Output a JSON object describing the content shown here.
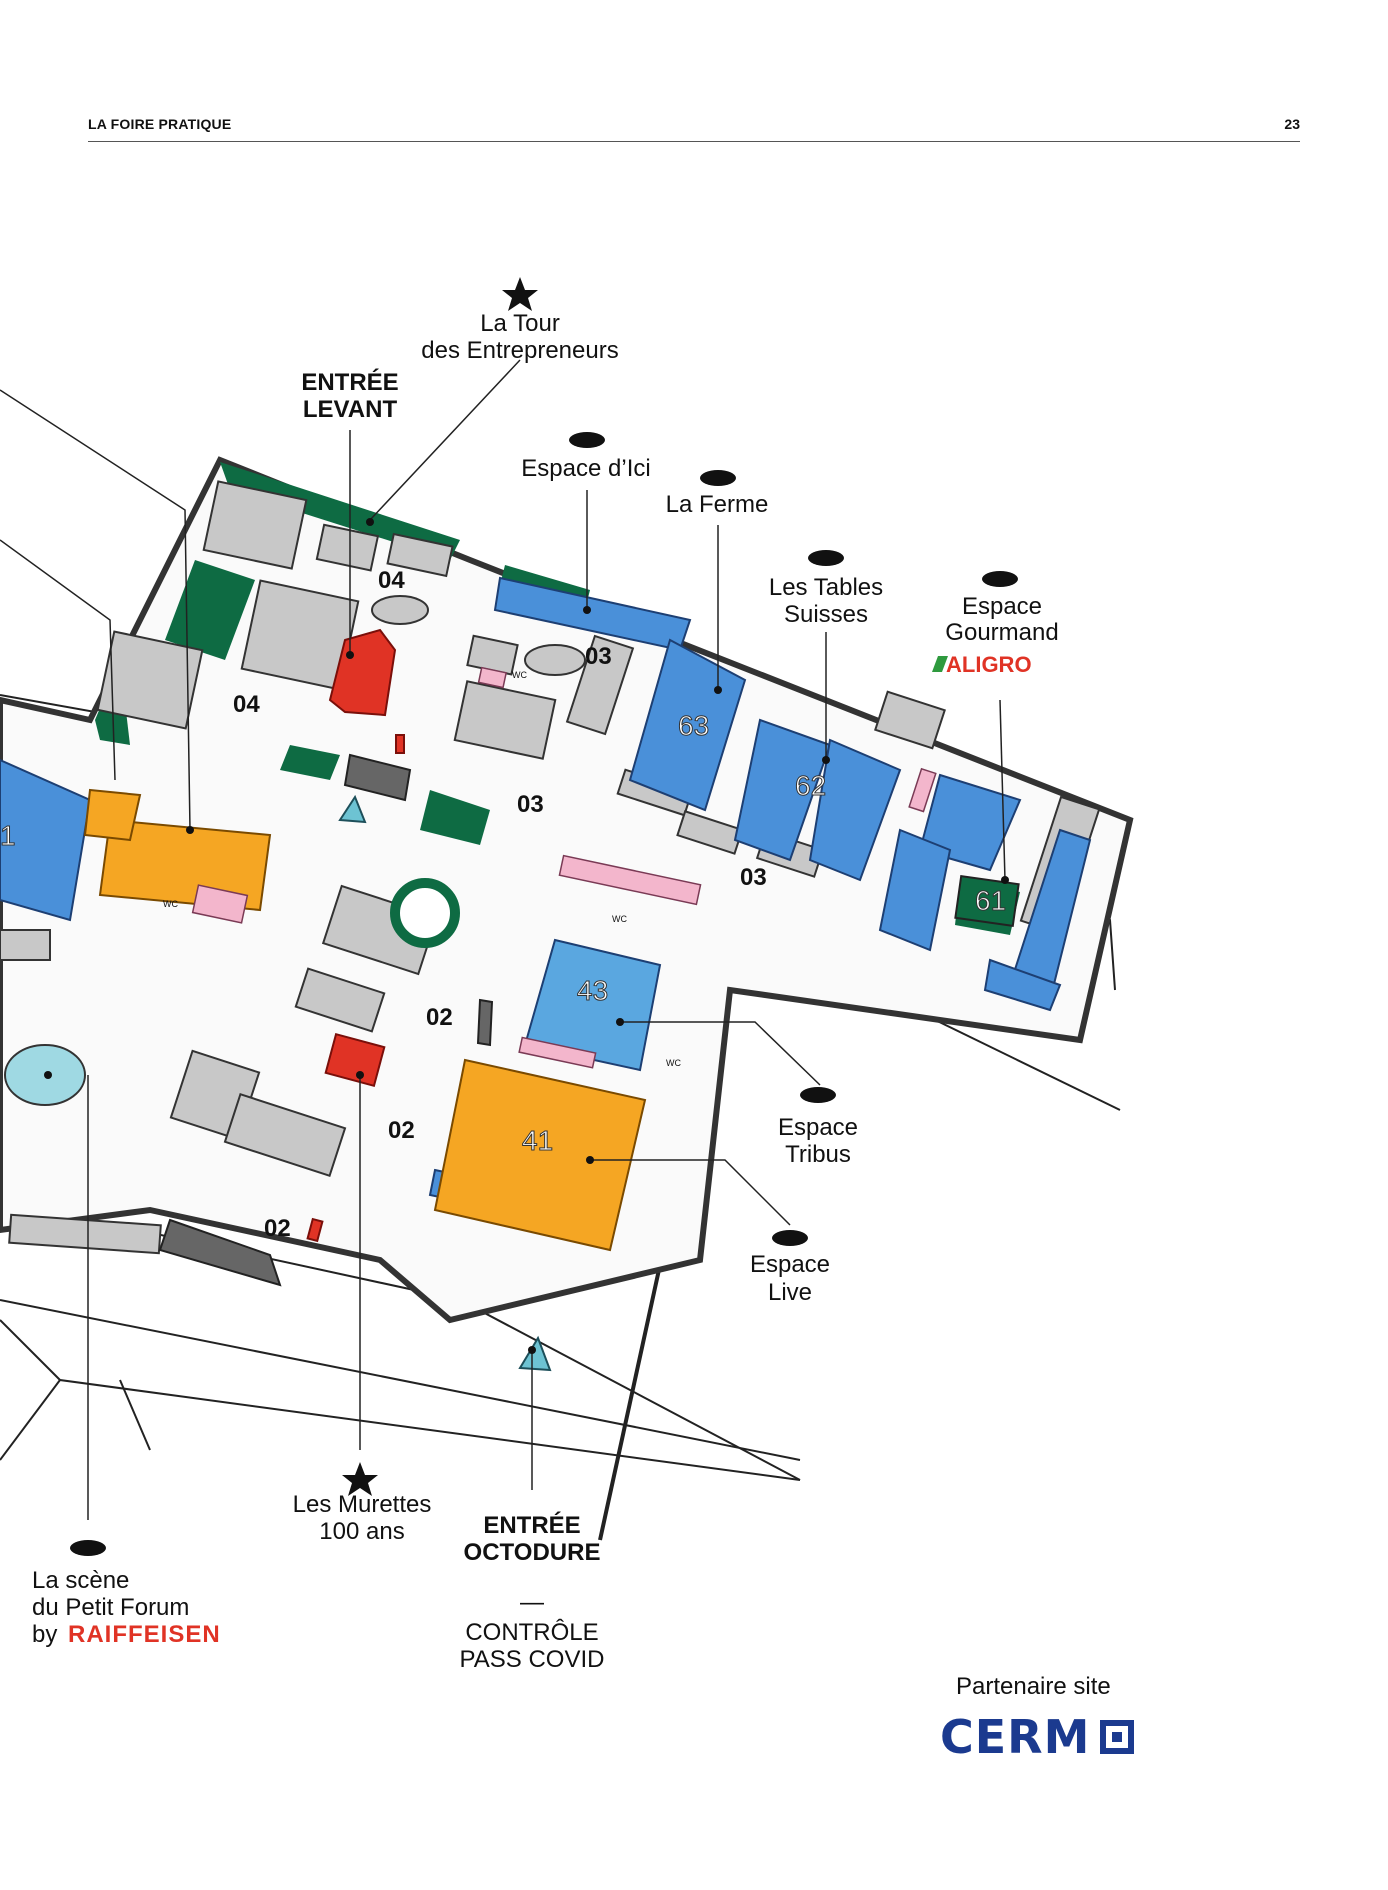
{
  "header": {
    "section": "LA FOIRE PRATIQUE",
    "page_number": "23"
  },
  "colors": {
    "green": "#0e6b43",
    "blue": "#4a90d9",
    "orange": "#f5a623",
    "red": "#e03325",
    "pink": "#f3b6cc",
    "gray": "#c8c8c8",
    "teal": "#7cc9d6"
  },
  "hall_numbers": {
    "h63": "63",
    "h62": "62",
    "h61": "61",
    "h43": "43",
    "h41": "41",
    "h01": "1"
  },
  "zones": {
    "z04a": "04",
    "z04b": "04",
    "z03a": "03",
    "z03b": "03",
    "z03c": "03",
    "z02a": "02",
    "z02b": "02",
    "z02c": "02"
  },
  "wc": "WC",
  "labels": {
    "tour": [
      "La Tour",
      "des Entrepreneurs"
    ],
    "entree_levant": [
      "ENTRÉE",
      "LEVANT"
    ],
    "espace_ici": "Espace d’Ici",
    "la_ferme": "La Ferme",
    "tables_suisses": [
      "Les Tables",
      "Suisses"
    ],
    "espace_gourmand": [
      "Espace",
      "Gourmand"
    ],
    "aligro": "ALIGRO",
    "espace_tribus": [
      "Espace",
      "Tribus"
    ],
    "espace_live": [
      "Espace",
      "Live"
    ],
    "murettes": [
      "Les Murettes",
      "100 ans"
    ],
    "entree_octodure": [
      "ENTRÉE",
      "OCTODURE"
    ],
    "dash": "—",
    "controle": [
      "CONTRÔLE",
      "PASS COVID"
    ],
    "scene": [
      "La scène",
      "du Petit Forum"
    ],
    "by": "by",
    "raiffeisen": "RAIFFEISEN"
  },
  "partner": {
    "label": "Partenaire site",
    "logo_text": "CERM"
  }
}
